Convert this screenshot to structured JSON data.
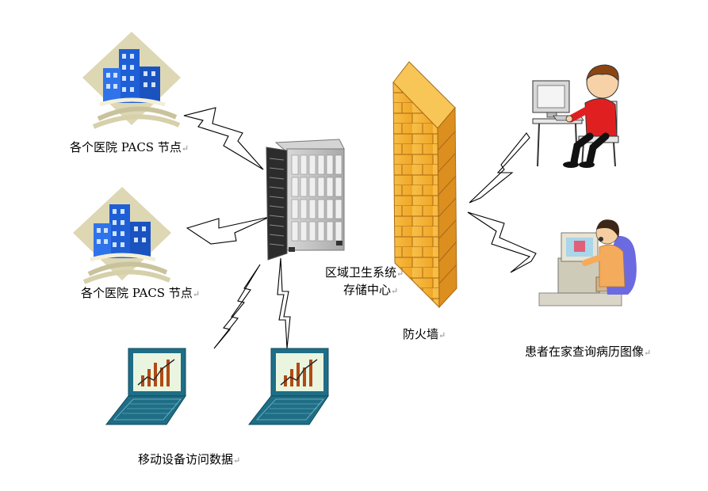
{
  "labels": {
    "hospital_top": "各个医院 PACS 节点",
    "hospital_mid": "各个医院 PACS 节点",
    "storage_line1": "区域卫生系统",
    "storage_line2": "存储中心",
    "firewall": "防火墙",
    "patient": "患者在家查询病历图像",
    "mobile": "移动设备访问数据"
  },
  "paragraph_mark": "↵",
  "icons": [
    "hospital-building-icon",
    "server-cabinet-icon",
    "firewall-icon",
    "laptop-chart-icon",
    "user-computer-icon",
    "patient-computer-icon",
    "lightning-link-icon"
  ],
  "colors": {
    "building_blue": "#1f5fd6",
    "diamond_tan": "#ddd7b3",
    "firewall_orange": "#f5b335",
    "server_gray": "#b9b9b9",
    "laptop_teal": "#1e6e86",
    "shirt_red": "#e02020"
  }
}
